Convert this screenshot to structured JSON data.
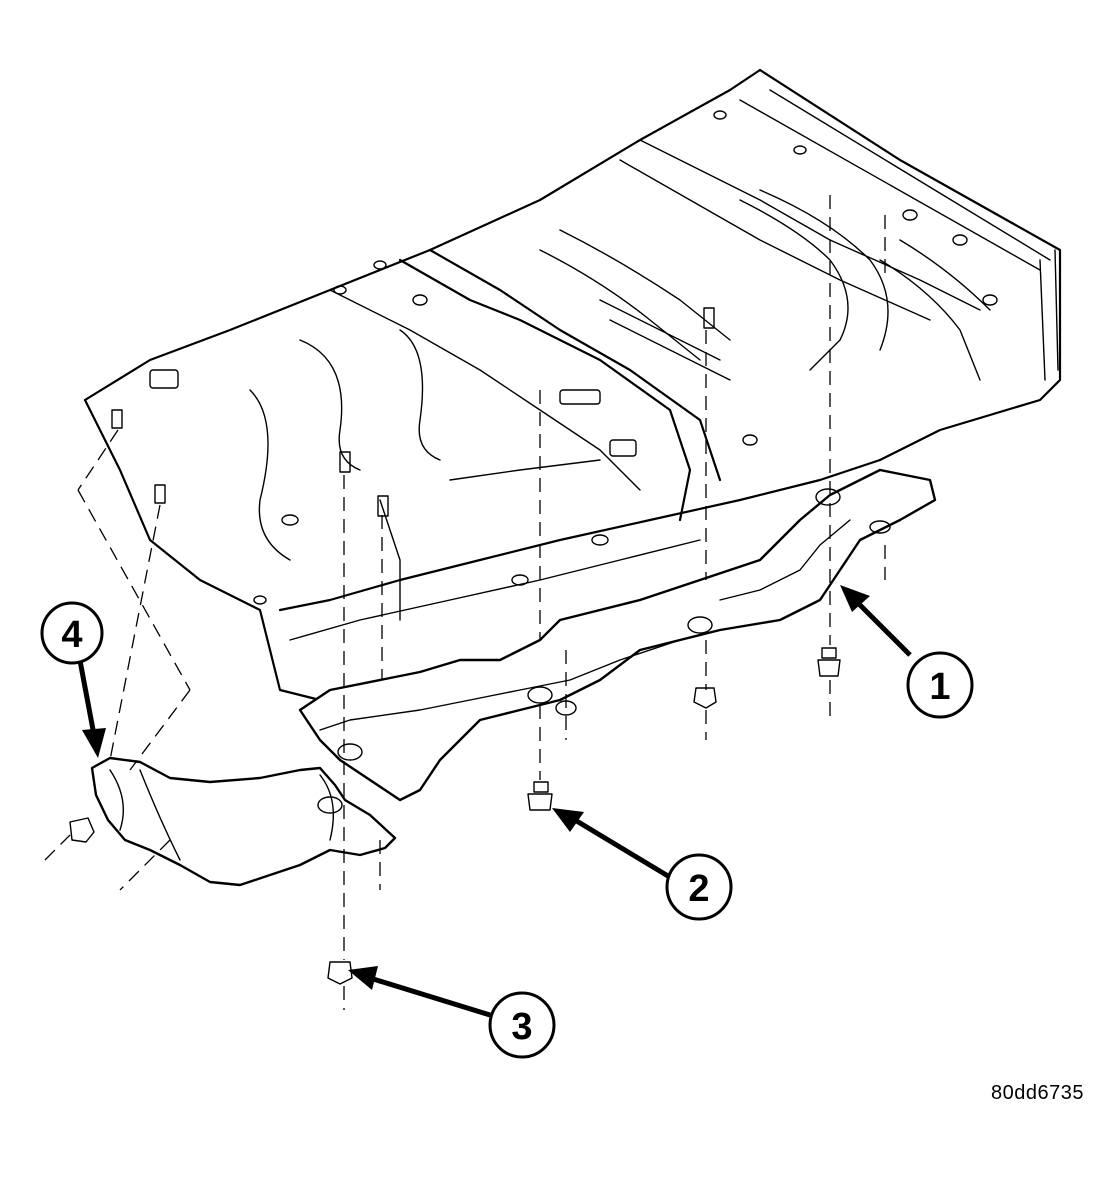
{
  "figure_id": "80dd6735",
  "callouts": [
    {
      "number": "1"
    },
    {
      "number": "2"
    },
    {
      "number": "3"
    },
    {
      "number": "4"
    }
  ]
}
